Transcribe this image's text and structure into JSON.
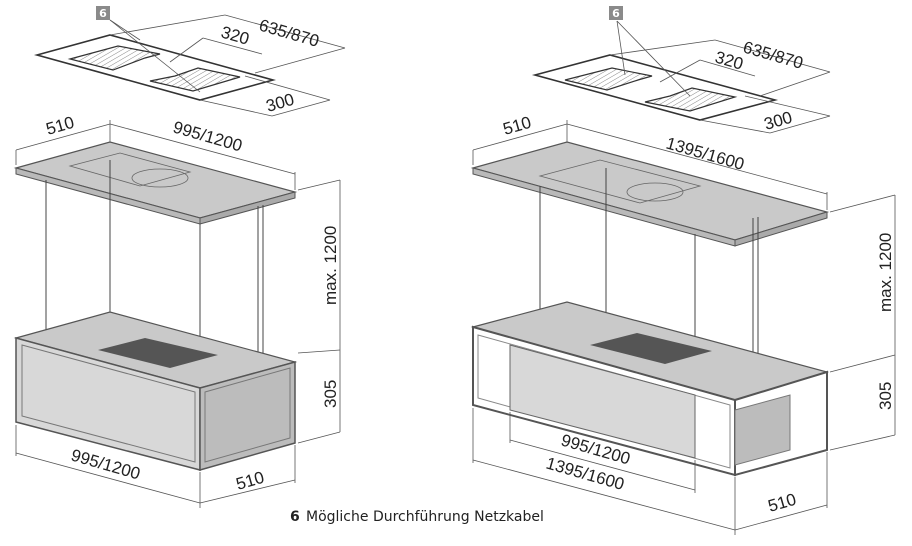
{
  "legend": {
    "number": "6",
    "text": "Mögliche Durchführung Netzkabel"
  },
  "left_unit": {
    "badge": "6",
    "cutout_width": "635/870",
    "cutout_spacing": "320",
    "cutout_depth": "300",
    "top_depth": "510",
    "top_width": "995/1200",
    "max_height": "max. 1200",
    "box_height": "305",
    "bottom_width": "995/1200",
    "bottom_depth": "510"
  },
  "right_unit": {
    "badge": "6",
    "cutout_width": "635/870",
    "cutout_spacing": "320",
    "cutout_depth": "300",
    "top_depth": "510",
    "top_width": "1395/1600",
    "max_height": "max. 1200",
    "box_height": "305",
    "inner_width": "995/1200",
    "bottom_width": "1395/1600",
    "bottom_depth": "510"
  },
  "colors": {
    "surface": "#c9c9c9",
    "panel": "#d8d8d8",
    "side": "#b5b5b5",
    "grille": "#555555",
    "badge": "#8a8a8a"
  }
}
